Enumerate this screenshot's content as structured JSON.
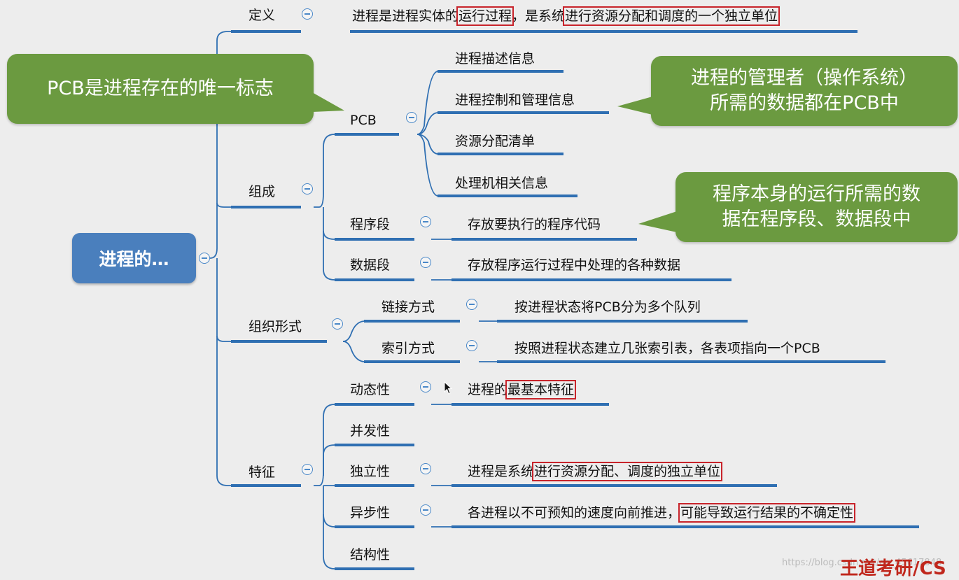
{
  "root": {
    "label": "进程的…"
  },
  "branches": {
    "definition": {
      "label": "定义",
      "text_plain_1": "进程是进程实体的",
      "text_hl_1": "运行过程",
      "text_plain_2": "，是系统",
      "text_hl_2": "进行资源分配和调度的一个独立单位"
    },
    "composition": {
      "label": "组成",
      "pcb": {
        "label": "PCB",
        "items": [
          "进程描述信息",
          "进程控制和管理信息",
          "资源分配清单",
          "处理机相关信息"
        ]
      },
      "program_segment": {
        "label": "程序段",
        "desc": "存放要执行的程序代码"
      },
      "data_segment": {
        "label": "数据段",
        "desc": "存放程序运行过程中处理的各种数据"
      }
    },
    "organization": {
      "label": "组织形式",
      "link": {
        "label": "链接方式",
        "desc": "按进程状态将PCB分为多个队列"
      },
      "index": {
        "label": "索引方式",
        "desc": "按照进程状态建立几张索引表，各表项指向一个PCB"
      }
    },
    "features": {
      "label": "特征",
      "dynamic": {
        "label": "动态性",
        "desc_plain": "进程的",
        "desc_hl": "最基本特征"
      },
      "concurrent": {
        "label": "并发性"
      },
      "independent": {
        "label": "独立性",
        "desc_plain": "进程是系统",
        "desc_hl": "进行资源分配、调度的独立单位"
      },
      "asynchronous": {
        "label": "异步性",
        "desc_plain": "各进程以不可预知的速度向前推进，",
        "desc_hl": "可能导致运行结果的不确定性"
      },
      "structural": {
        "label": "结构性"
      }
    }
  },
  "callouts": {
    "pcb_unique": "PCB是进程存在的唯一标志",
    "manager_data": [
      "进程的管理者（操作系统）",
      "所需的数据都在PCB中"
    ],
    "program_data": [
      "程序本身的运行所需的数",
      "据在程序段、数据段中"
    ]
  },
  "watermark": {
    "url": "https://blog.csdn.net/qq_45617848",
    "brand": "王道考研/CS"
  },
  "colors": {
    "node_line": "#2f6fb2",
    "root_fill": "#4a7fbd",
    "callout_fill": "#6b9a40",
    "highlight_border": "#c8242b"
  }
}
